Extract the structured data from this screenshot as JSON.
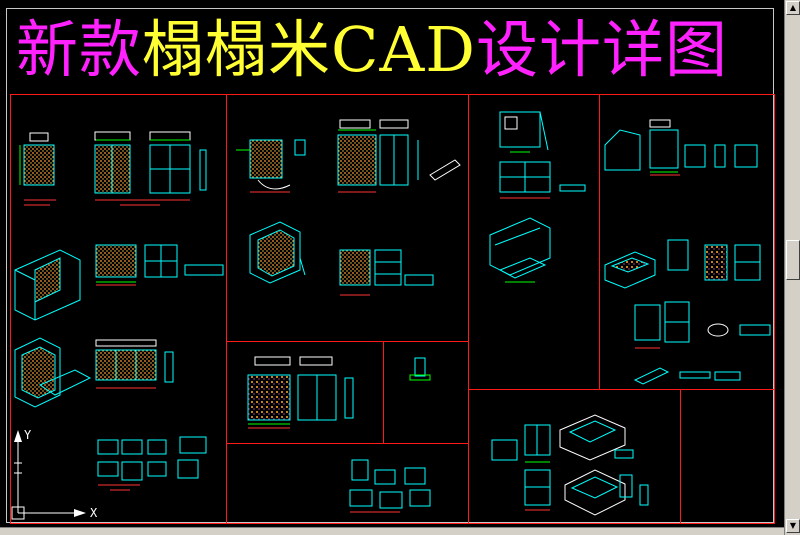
{
  "title": {
    "part1": "新款",
    "part2": "榻榻米CAD",
    "part3": "设计详图",
    "color_primary": "#ff22ff",
    "color_secondary": "#ffff33"
  },
  "ucs": {
    "y_label": "Y",
    "x_label": "X"
  },
  "colors": {
    "background": "#000000",
    "panel_border": "#ff1a1a",
    "line_cyan": "#00ffff",
    "line_green": "#00ff00",
    "line_yellow": "#ffff00",
    "line_white": "#ffffff",
    "hatch_orange": "#ff9933"
  },
  "scrollbar": {
    "up_icon": "arrow-up-icon",
    "down_icon": "arrow-down-icon"
  }
}
